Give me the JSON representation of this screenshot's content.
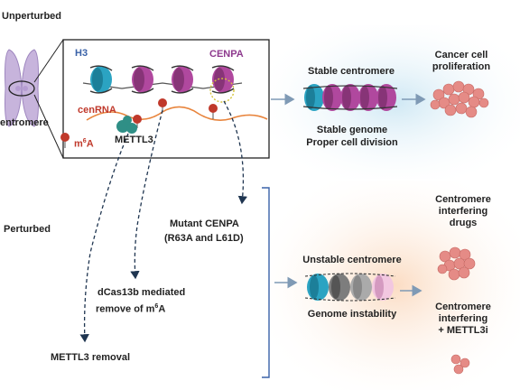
{
  "labels": {
    "unperturbed": "Unperturbed",
    "perturbed": "Perturbed",
    "centromere_side": "entromere",
    "h3": "H3",
    "cenpa": "CENPA",
    "cenrna": "cenRNA",
    "m6a_prefix": "m",
    "m6a_sup": "6",
    "m6a_suffix": "A",
    "mettl3": "METTL3",
    "stable_centromere": "Stable centromere",
    "stable_genome": "Stable genome",
    "proper_division": "Proper cell division",
    "cancer_line1": "Cancer cell",
    "cancer_line2": "proliferation",
    "mutant_line1": "Mutant CENPA",
    "mutant_line2": "(R63A and L61D)",
    "dcas_line1": "dCas13b mediated",
    "dcas_line2_prefix": "remove of m",
    "dcas_sup": "6",
    "dcas_line2_suffix": "A",
    "mettl3_removal": "METTL3 removal",
    "unstable_centromere": "Unstable centromere",
    "genome_instability": "Genome instability",
    "drugs_line1": "Centromere",
    "drugs_line2": "interfering",
    "drugs_line3": "drugs",
    "combo_line1": "Centromere",
    "combo_line2": "interfering",
    "combo_line3": "+ METTL3i"
  },
  "colors": {
    "h3": "#2ba3c2",
    "cenpa": "#b0489e",
    "cenrna": "#e8843c",
    "m6a": "#c0392b",
    "mettl3": "#2f8f86",
    "arrow": "#7f9ab5",
    "stable_bg": "#d6ecf5",
    "perturbed_bg": "#fbe3cf",
    "cancer_cell": "#e58b86"
  },
  "icons": [
    "chromosome-icon",
    "nucleosome-icon",
    "cancer-cell-cluster-icon"
  ]
}
